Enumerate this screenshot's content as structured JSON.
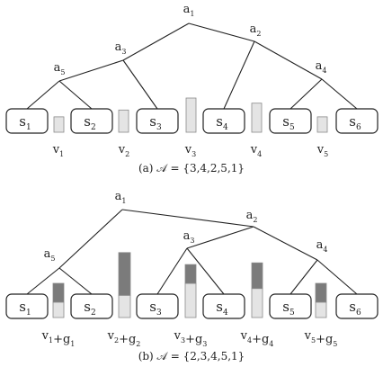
{
  "captions": {
    "a": "(a) 𝒜 = {3,4,2,5,1}",
    "b": "(b) 𝒜 = {2,3,4,5,1}"
  },
  "diagrams": [
    {
      "id": "a",
      "nodes": [
        {
          "id": "a1",
          "base": "a",
          "sub": "1"
        },
        {
          "id": "a2",
          "base": "a",
          "sub": "2"
        },
        {
          "id": "a3",
          "base": "a",
          "sub": "3"
        },
        {
          "id": "a4",
          "base": "a",
          "sub": "4"
        },
        {
          "id": "a5",
          "base": "a",
          "sub": "5"
        }
      ],
      "leaves": [
        {
          "id": "s1",
          "base": "s",
          "sub": "1"
        },
        {
          "id": "s2",
          "base": "s",
          "sub": "2"
        },
        {
          "id": "s3",
          "base": "s",
          "sub": "3"
        },
        {
          "id": "s4",
          "base": "s",
          "sub": "4"
        },
        {
          "id": "s5",
          "base": "s",
          "sub": "5"
        },
        {
          "id": "s6",
          "base": "s",
          "sub": "6"
        }
      ],
      "values": [
        {
          "id": "v1",
          "label": [
            {
              "base": "v",
              "sub": "1"
            }
          ],
          "v": 0.45,
          "g": 0
        },
        {
          "id": "v2",
          "label": [
            {
              "base": "v",
              "sub": "2"
            }
          ],
          "v": 0.65,
          "g": 0
        },
        {
          "id": "v3",
          "label": [
            {
              "base": "v",
              "sub": "3"
            }
          ],
          "v": 1.0,
          "g": 0
        },
        {
          "id": "v4",
          "label": [
            {
              "base": "v",
              "sub": "4"
            }
          ],
          "v": 0.85,
          "g": 0
        },
        {
          "id": "v5",
          "label": [
            {
              "base": "v",
              "sub": "5"
            }
          ],
          "v": 0.45,
          "g": 0
        }
      ]
    },
    {
      "id": "b",
      "nodes": [
        {
          "id": "a1",
          "base": "a",
          "sub": "1"
        },
        {
          "id": "a2",
          "base": "a",
          "sub": "2"
        },
        {
          "id": "a3",
          "base": "a",
          "sub": "3"
        },
        {
          "id": "a4",
          "base": "a",
          "sub": "4"
        },
        {
          "id": "a5",
          "base": "a",
          "sub": "5"
        }
      ],
      "leaves": [
        {
          "id": "s1",
          "base": "s",
          "sub": "1"
        },
        {
          "id": "s2",
          "base": "s",
          "sub": "2"
        },
        {
          "id": "s3",
          "base": "s",
          "sub": "3"
        },
        {
          "id": "s4",
          "base": "s",
          "sub": "4"
        },
        {
          "id": "s5",
          "base": "s",
          "sub": "5"
        },
        {
          "id": "s6",
          "base": "s",
          "sub": "6"
        }
      ],
      "values": [
        {
          "id": "v1g1",
          "label": [
            {
              "base": "v",
              "sub": "1"
            },
            {
              "base": "+g",
              "sub": "1"
            }
          ],
          "v": 0.45,
          "g": 0.55
        },
        {
          "id": "v2g2",
          "label": [
            {
              "base": "v",
              "sub": "2"
            },
            {
              "base": "+g",
              "sub": "2"
            }
          ],
          "v": 0.65,
          "g": 1.25
        },
        {
          "id": "v3g3",
          "label": [
            {
              "base": "v",
              "sub": "3"
            },
            {
              "base": "+g",
              "sub": "3"
            }
          ],
          "v": 1.0,
          "g": 0.55
        },
        {
          "id": "v4g4",
          "label": [
            {
              "base": "v",
              "sub": "4"
            },
            {
              "base": "+g",
              "sub": "4"
            }
          ],
          "v": 0.85,
          "g": 0.75
        },
        {
          "id": "v5g5",
          "label": [
            {
              "base": "v",
              "sub": "5"
            },
            {
              "base": "+g",
              "sub": "5"
            }
          ],
          "v": 0.45,
          "g": 0.55
        }
      ]
    }
  ],
  "colors": {
    "line": "#222222",
    "leaf_fill": "#ffffff",
    "leaf_stroke": "#222222",
    "value_fill": "#e4e4e4",
    "gain_fill": "#7b7b7b",
    "bar_stroke": "#8a8a8a"
  }
}
